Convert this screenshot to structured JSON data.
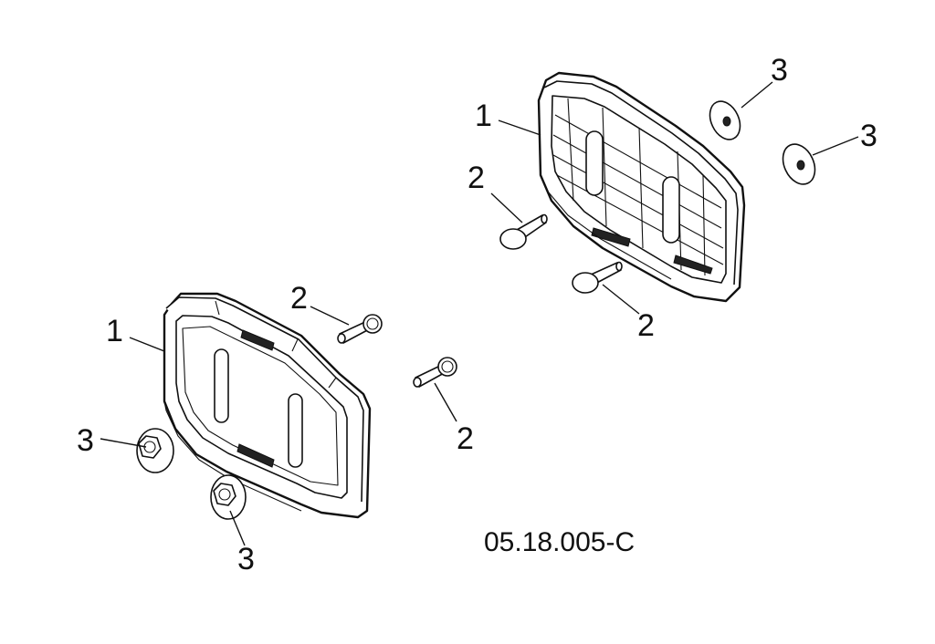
{
  "figure": {
    "reference_code": "05.18.005-C",
    "callouts": {
      "skid_shoe_lower": "1",
      "skid_shoe_upper": "1",
      "carriage_bolt_upper_left": "2",
      "carriage_bolt_upper_right": "2",
      "carriage_bolt_lower_left": "2",
      "carriage_bolt_lower_right": "2",
      "nut_lower_left": "3",
      "nut_lower_bottom": "3",
      "washer_upper_a": "3",
      "washer_upper_b": "3"
    }
  }
}
